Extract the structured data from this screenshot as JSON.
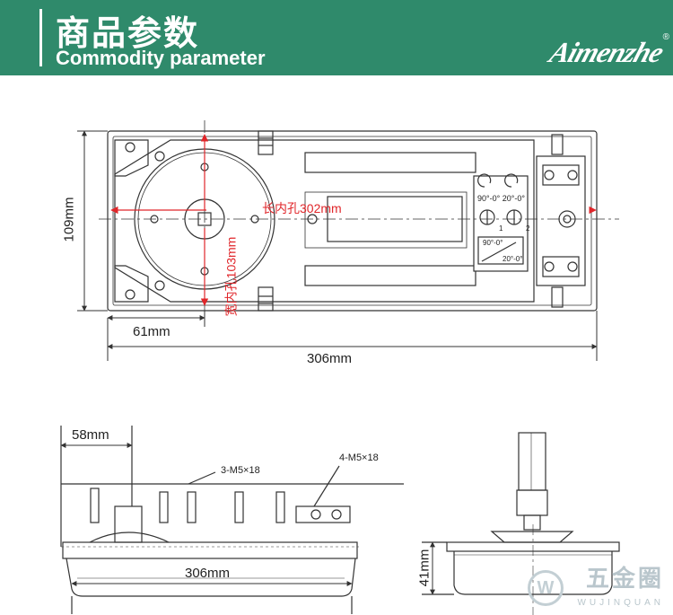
{
  "header": {
    "title_cn": "商品参数",
    "title_en": "Commodity parameter",
    "brand": "Aimenzhe",
    "registered_mark": "®"
  },
  "top_view": {
    "height_dim": "109mm",
    "length_dim": "306mm",
    "spindle_offset_dim": "61mm",
    "inner_length": "长内孔302mm",
    "inner_width": "宽内孔103mm",
    "plate_labels": {
      "upper": "90°-0°  20°-0°",
      "lower_a": "90°-0°",
      "lower_b": "20°-0°",
      "num_1": "1",
      "num_2": "2"
    }
  },
  "side_view": {
    "spindle_dim": "58mm",
    "length_dim": "306mm",
    "screw_note_a": "3-M5×18",
    "screw_note_b": "4-M5×18"
  },
  "end_view": {
    "height_dim": "41mm"
  },
  "watermark": {
    "name_cn": "五金圈",
    "name_en": "WUJINQUAN",
    "logo_letter": "W"
  },
  "colors": {
    "banner": "#2f8a6b",
    "dimension_red": "#e0262a",
    "line": "#333333"
  }
}
